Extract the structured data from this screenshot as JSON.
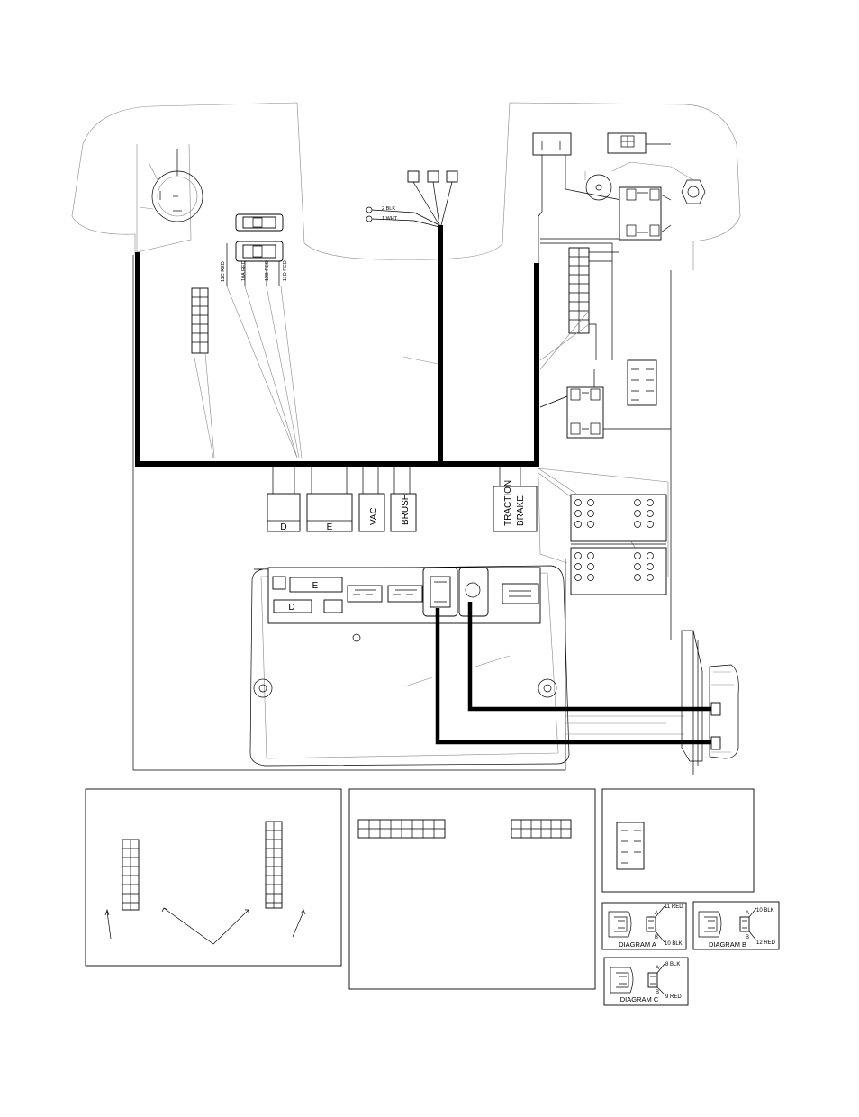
{
  "wire_labels": {
    "blk2": "2 BLK",
    "wht1": "1 WHT",
    "red11c": "11C RED",
    "red10a": "10A RED",
    "red12b": "12B RED",
    "red11d": "11D RED"
  },
  "connectors": {
    "d": "D",
    "e": "E",
    "vac": "VAC",
    "brush": "BRUSH",
    "traction": "TRACTION",
    "brake": "BRAKE"
  },
  "controller": {
    "e": "E",
    "d": "D"
  },
  "diagram_a": {
    "title": "DIAGRAM A",
    "pin_a": "A",
    "pin_b": "B",
    "wire_top": "11 RED",
    "wire_bottom": "10 BLK"
  },
  "diagram_b": {
    "title": "DIAGRAM B",
    "pin_a": "A",
    "pin_b": "B",
    "wire_top": "10 BLK",
    "wire_bottom": "12 RED"
  },
  "diagram_c": {
    "title": "DIAGRAM C",
    "pin_a": "A",
    "pin_b": "B",
    "wire_top": "8 BLK",
    "wire_bottom": "9 RED"
  },
  "colors": {
    "line": "#000000",
    "secondary_line": "#888888",
    "background": "#ffffff"
  }
}
